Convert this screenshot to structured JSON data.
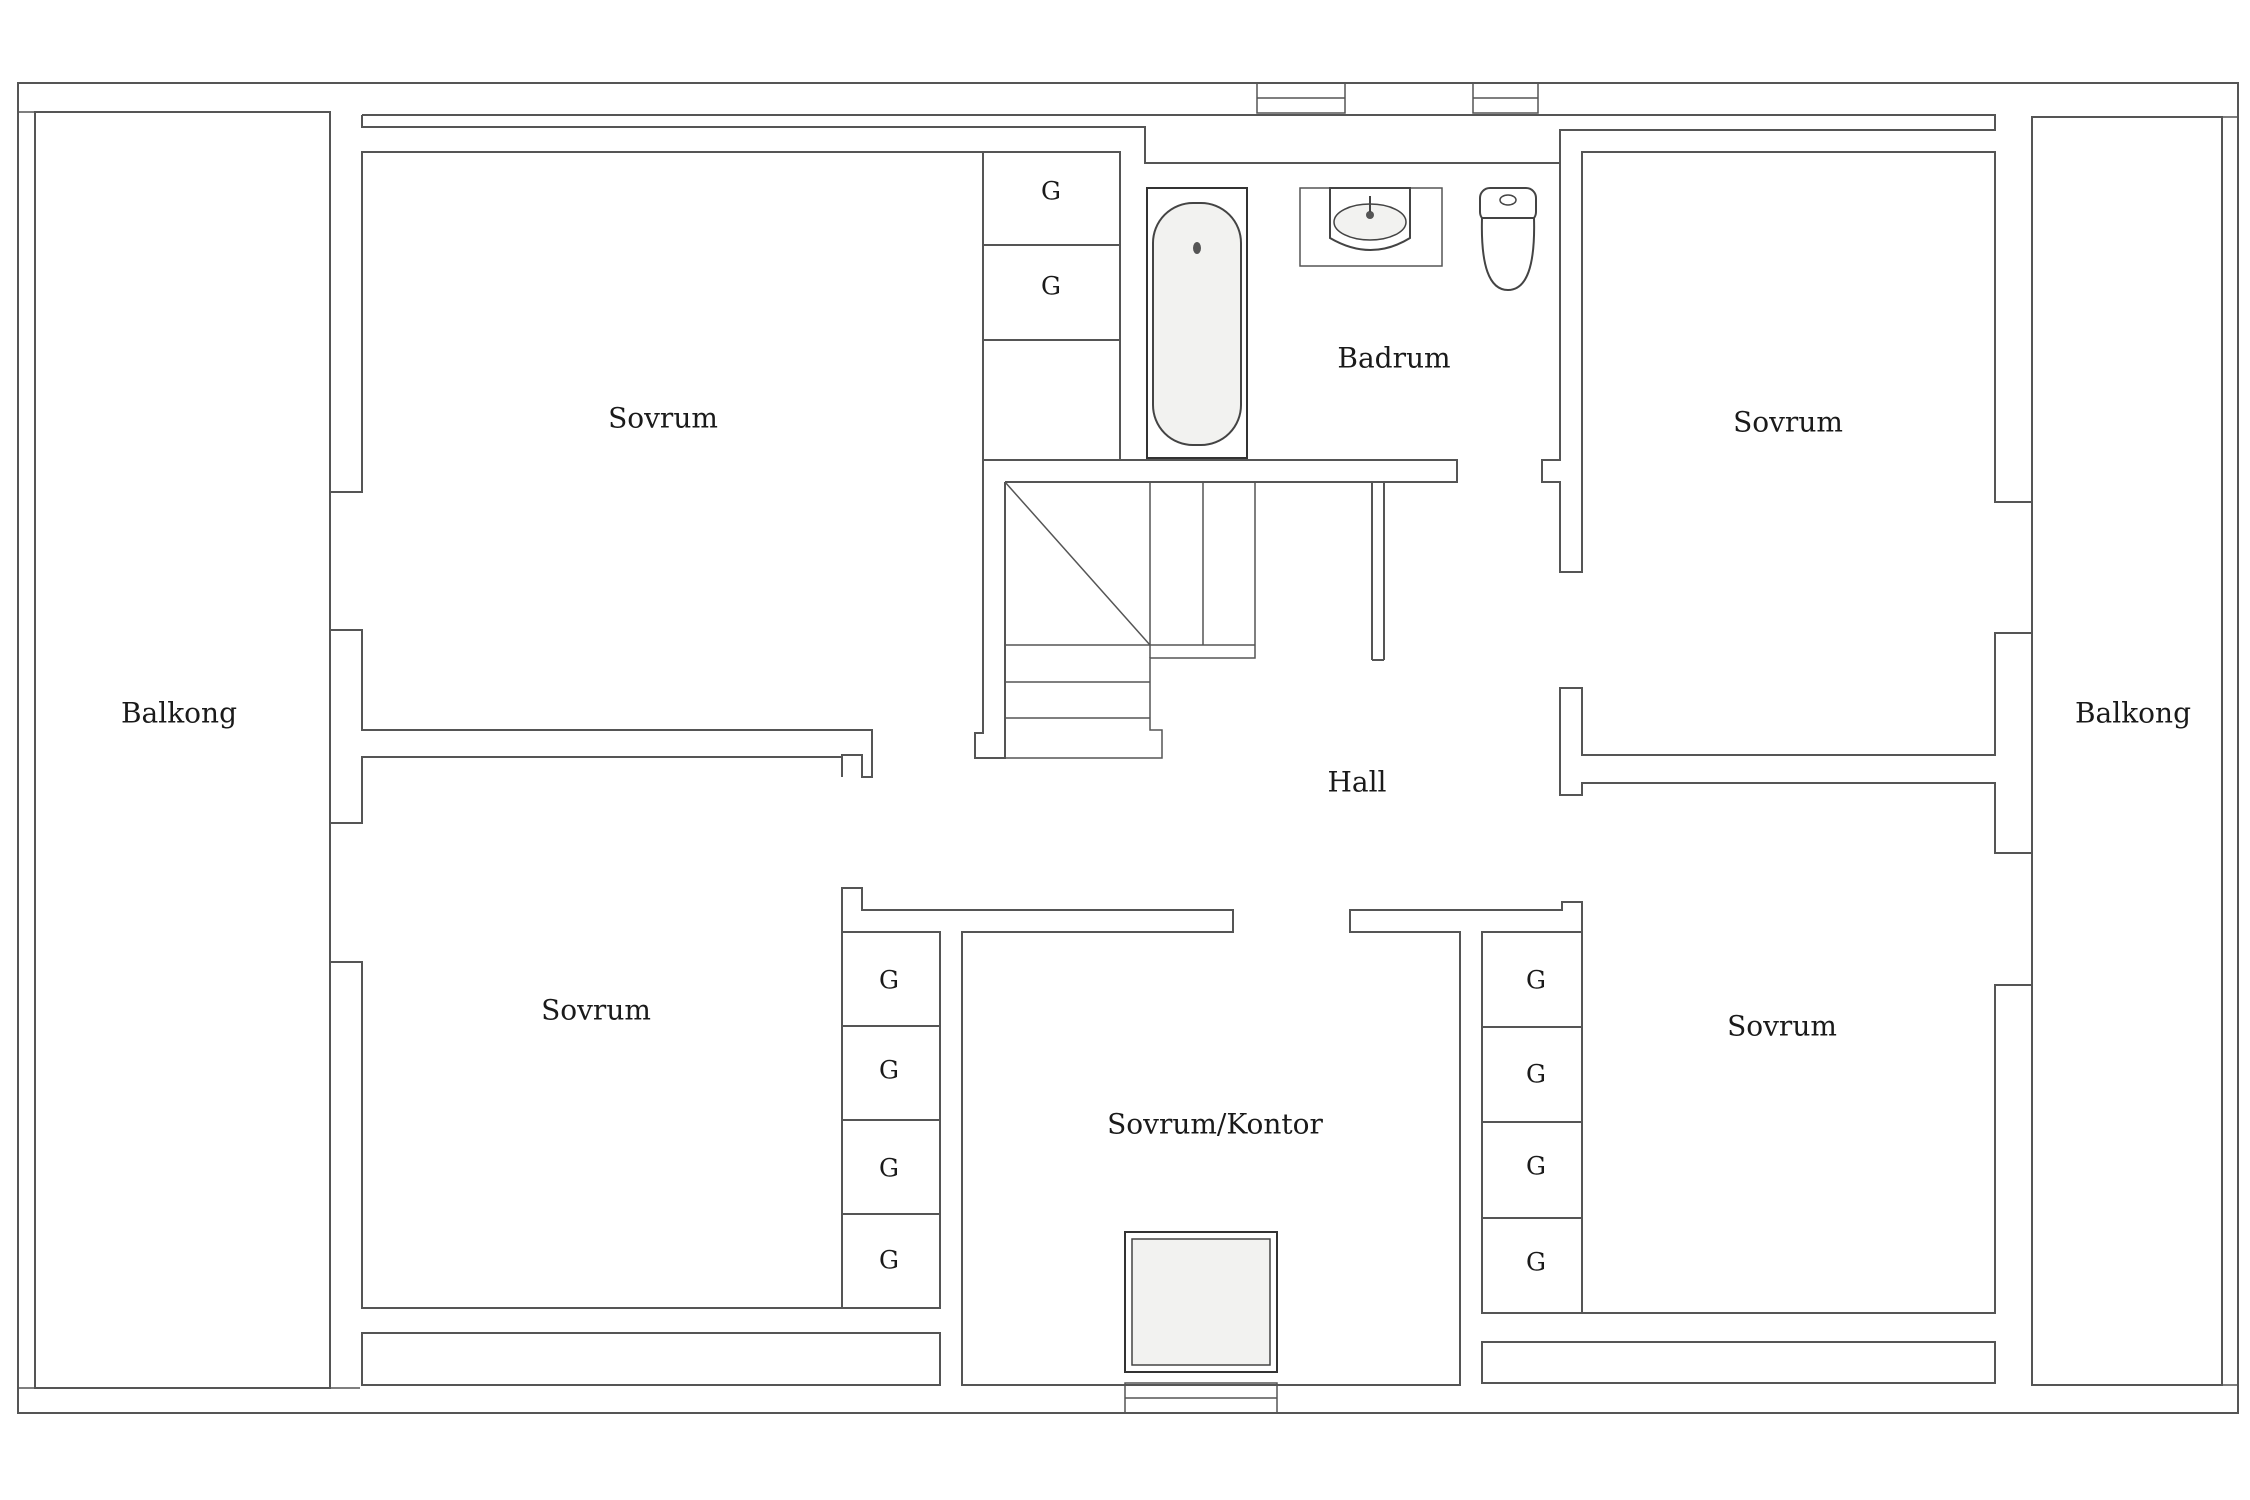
{
  "rooms": {
    "balkong_left": "Balkong",
    "balkong_right": "Balkong",
    "sovrum_top_left": "Sovrum",
    "sovrum_bottom_left": "Sovrum",
    "sovrum_top_right": "Sovrum",
    "sovrum_bottom_right": "Sovrum",
    "sovrum_kontor": "Sovrum/Kontor",
    "badrum": "Badrum",
    "hall": "Hall"
  },
  "closet_label": "G",
  "colors": {
    "wall": "#555555",
    "fixture_fill": "#f2f2f0",
    "background": "#ffffff"
  }
}
